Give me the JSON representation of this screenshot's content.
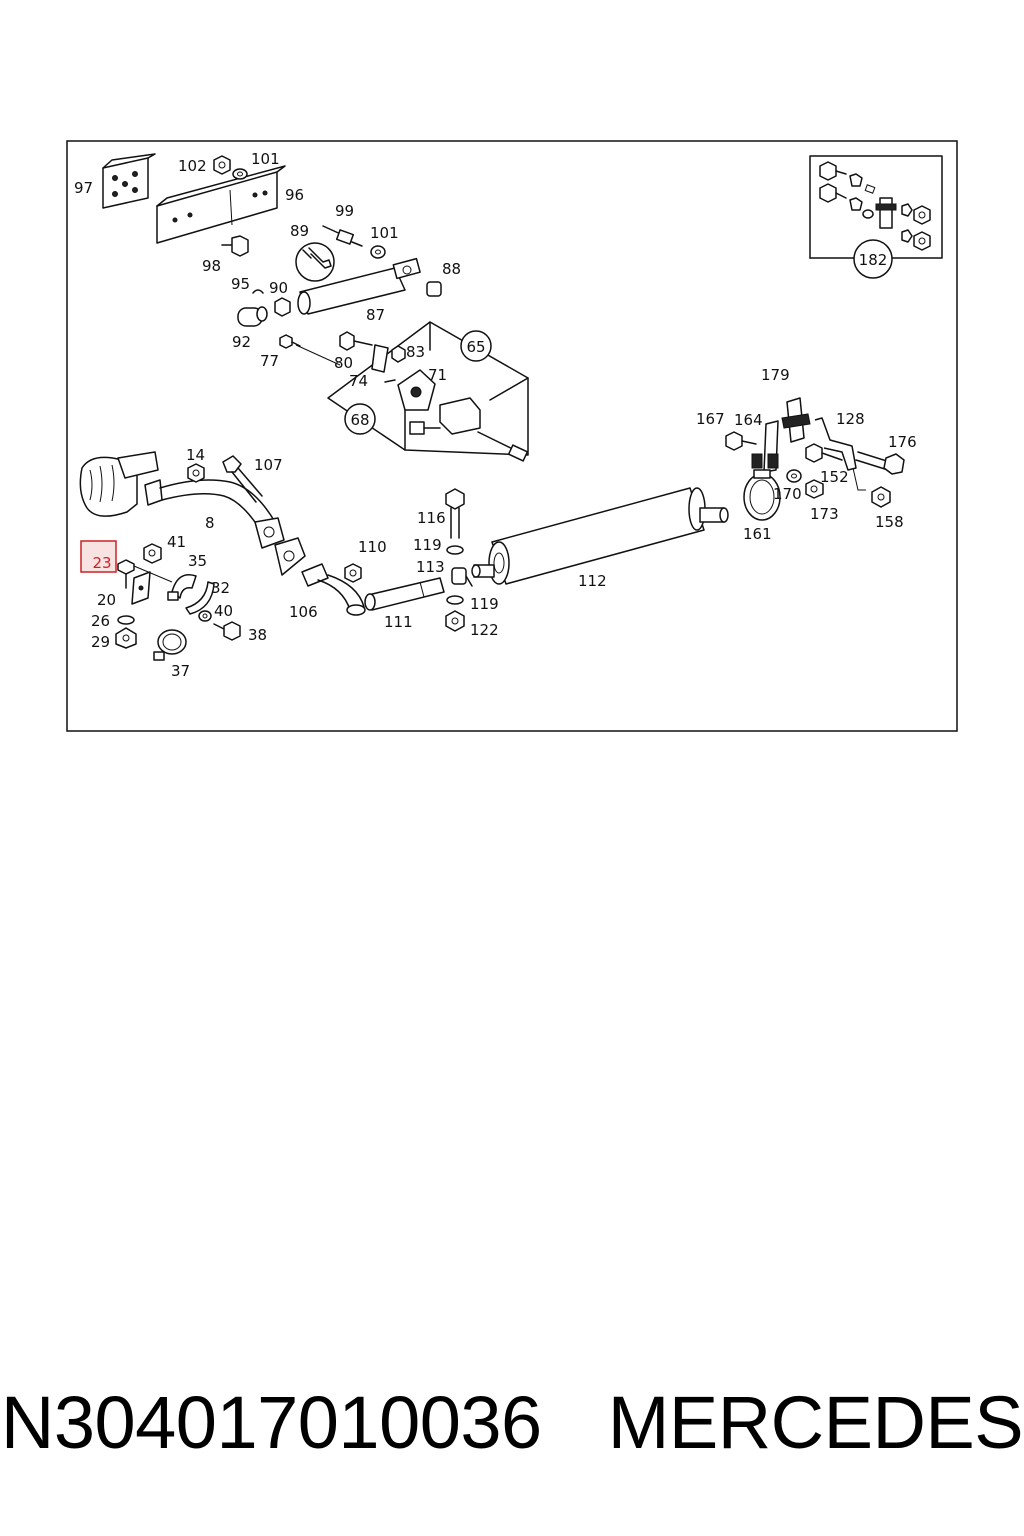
{
  "caption": {
    "part_number": "N304017010036",
    "brand": "MERCEDES"
  },
  "highlight": {
    "label": "23",
    "color": "#cc2222"
  },
  "circled": [
    "65",
    "68",
    "182"
  ],
  "labels": [
    "97",
    "102",
    "101",
    "96",
    "99",
    "101",
    "89",
    "98",
    "88",
    "95",
    "90",
    "87",
    "92",
    "77",
    "80",
    "83",
    "74",
    "71",
    "14",
    "107",
    "8",
    "41",
    "35",
    "32",
    "20",
    "26",
    "29",
    "40",
    "38",
    "37",
    "116",
    "119",
    "113",
    "119",
    "122",
    "110",
    "106",
    "111",
    "112",
    "179",
    "167",
    "164",
    "128",
    "176",
    "152",
    "170",
    "173",
    "158",
    "161"
  ]
}
